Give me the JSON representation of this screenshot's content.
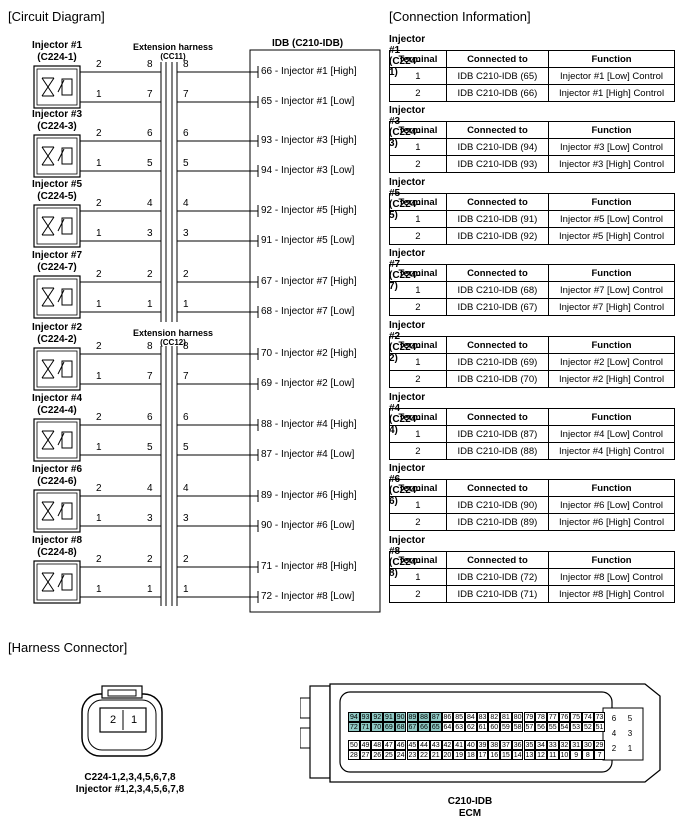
{
  "titles": {
    "circuit": "[Circuit Diagram]",
    "connection": "[Connection Information]",
    "harness": "[Harness Connector]"
  },
  "circuit": {
    "idb_title": "IDB (C210-IDB)",
    "ext_harness_label": "Extension harness",
    "cc11": "(CC11)",
    "cc12": "(CC12)",
    "injectors": [
      {
        "name": "Injector #1",
        "conn": "(C224-1)",
        "pin_hi": "2",
        "pin_lo": "1",
        "ext_hi": "8",
        "ext_lo": "7",
        "idb_hi": "66 - Injector #1 [High]",
        "idb_lo": "65 - Injector #1 [Low]"
      },
      {
        "name": "Injector #3",
        "conn": "(C224-3)",
        "pin_hi": "2",
        "pin_lo": "1",
        "ext_hi": "6",
        "ext_lo": "5",
        "idb_hi": "93 - Injector #3 [High]",
        "idb_lo": "94 - Injector #3 [Low]"
      },
      {
        "name": "Injector #5",
        "conn": "(C224-5)",
        "pin_hi": "2",
        "pin_lo": "1",
        "ext_hi": "4",
        "ext_lo": "3",
        "idb_hi": "92 - Injector #5 [High]",
        "idb_lo": "91 - Injector #5 [Low]"
      },
      {
        "name": "Injector #7",
        "conn": "(C224-7)",
        "pin_hi": "2",
        "pin_lo": "1",
        "ext_hi": "2",
        "ext_lo": "1",
        "idb_hi": "67 - Injector #7 [High]",
        "idb_lo": "68 - Injector #7 [Low]"
      },
      {
        "name": "Injector #2",
        "conn": "(C224-2)",
        "pin_hi": "2",
        "pin_lo": "1",
        "ext_hi": "8",
        "ext_lo": "7",
        "idb_hi": "70 - Injector #2 [High]",
        "idb_lo": "69 - Injector #2 [Low]"
      },
      {
        "name": "Injector #4",
        "conn": "(C224-4)",
        "pin_hi": "2",
        "pin_lo": "1",
        "ext_hi": "6",
        "ext_lo": "5",
        "idb_hi": "88 - Injector #4 [High]",
        "idb_lo": "87 - Injector #4 [Low]"
      },
      {
        "name": "Injector #6",
        "conn": "(C224-6)",
        "pin_hi": "2",
        "pin_lo": "1",
        "ext_hi": "4",
        "ext_lo": "3",
        "idb_hi": "89 - Injector #6 [High]",
        "idb_lo": "90 - Injector #6 [Low]"
      },
      {
        "name": "Injector #8",
        "conn": "(C224-8)",
        "pin_hi": "2",
        "pin_lo": "1",
        "ext_hi": "2",
        "ext_lo": "1",
        "idb_hi": "71 - Injector #8 [High]",
        "idb_lo": "72 - Injector #8 [Low]"
      }
    ]
  },
  "connection": {
    "headers": [
      "Terminal",
      "Connected to",
      "Function"
    ],
    "groups": [
      {
        "title": "Injector #1 (C224-1)",
        "rows": [
          [
            "1",
            "IDB C210-IDB (65)",
            "Injector #1 [Low] Control"
          ],
          [
            "2",
            "IDB C210-IDB (66)",
            "Injector #1 [High] Control"
          ]
        ]
      },
      {
        "title": "Injector #3 (C224-3)",
        "rows": [
          [
            "1",
            "IDB C210-IDB (94)",
            "Injector #3 [Low] Control"
          ],
          [
            "2",
            "IDB C210-IDB (93)",
            "Injector #3 [High] Control"
          ]
        ]
      },
      {
        "title": "Injector #5 (C224-5)",
        "rows": [
          [
            "1",
            "IDB C210-IDB (91)",
            "Injector #5 [Low] Control"
          ],
          [
            "2",
            "IDB C210-IDB (92)",
            "Injector #5 [High] Control"
          ]
        ]
      },
      {
        "title": "Injector #7 (C224-7)",
        "rows": [
          [
            "1",
            "IDB C210-IDB (68)",
            "Injector #7 [Low] Control"
          ],
          [
            "2",
            "IDB C210-IDB (67)",
            "Injector #7 [High] Control"
          ]
        ]
      },
      {
        "title": "Injector #2 (C224-2)",
        "rows": [
          [
            "1",
            "IDB C210-IDB (69)",
            "Injector #2 [Low] Control"
          ],
          [
            "2",
            "IDB C210-IDB (70)",
            "Injector #2 [High] Control"
          ]
        ]
      },
      {
        "title": "Injector #4 (C224-4)",
        "rows": [
          [
            "1",
            "IDB C210-IDB (87)",
            "Injector #4 [Low] Control"
          ],
          [
            "2",
            "IDB C210-IDB (88)",
            "Injector #4 [High] Control"
          ]
        ]
      },
      {
        "title": "Injector #6 (C224-6)",
        "rows": [
          [
            "1",
            "IDB C210-IDB (90)",
            "Injector #6 [Low] Control"
          ],
          [
            "2",
            "IDB C210-IDB (89)",
            "Injector #6 [High] Control"
          ]
        ]
      },
      {
        "title": "Injector #8 (C224-8)",
        "rows": [
          [
            "1",
            "IDB C210-IDB (72)",
            "Injector #8 [Low] Control"
          ],
          [
            "2",
            "IDB C210-IDB (71)",
            "Injector #8 [High] Control"
          ]
        ]
      }
    ]
  },
  "harness": {
    "small_connector_pins": [
      "2",
      "1"
    ],
    "small_caption_1": "C224-1,2,3,4,5,6,7,8",
    "small_caption_2": "Injector #1,2,3,4,5,6,7,8",
    "ecm_caption_1": "C210-IDB",
    "ecm_caption_2": "ECM",
    "ecm_row1": [
      "94",
      "93",
      "92",
      "91",
      "90",
      "89",
      "88",
      "87",
      "86",
      "85",
      "84",
      "83",
      "82",
      "81",
      "80",
      "79",
      "78",
      "77",
      "76",
      "75",
      "74",
      "73"
    ],
    "ecm_row2": [
      "72",
      "71",
      "70",
      "69",
      "68",
      "67",
      "66",
      "65",
      "64",
      "63",
      "62",
      "61",
      "60",
      "59",
      "58",
      "57",
      "56",
      "55",
      "54",
      "53",
      "52",
      "51"
    ],
    "ecm_row3": [
      "50",
      "49",
      "48",
      "47",
      "46",
      "45",
      "44",
      "43",
      "42",
      "41",
      "40",
      "39",
      "38",
      "37",
      "36",
      "35",
      "34",
      "33",
      "32",
      "31",
      "30",
      "29"
    ],
    "ecm_row4": [
      "28",
      "27",
      "26",
      "25",
      "24",
      "23",
      "22",
      "21",
      "20",
      "19",
      "18",
      "17",
      "16",
      "15",
      "14",
      "13",
      "12",
      "11",
      "10",
      "9",
      "8",
      "7"
    ],
    "ecm_right_block": [
      [
        "6",
        "5"
      ],
      [
        "4",
        "3"
      ],
      [
        "2",
        "1"
      ]
    ],
    "highlighted_pins": [
      "94",
      "93",
      "92",
      "91",
      "90",
      "89",
      "88",
      "87",
      "72",
      "71",
      "70",
      "69",
      "68",
      "67",
      "66",
      "65"
    ],
    "highlight_color": "#8fc9c4"
  }
}
